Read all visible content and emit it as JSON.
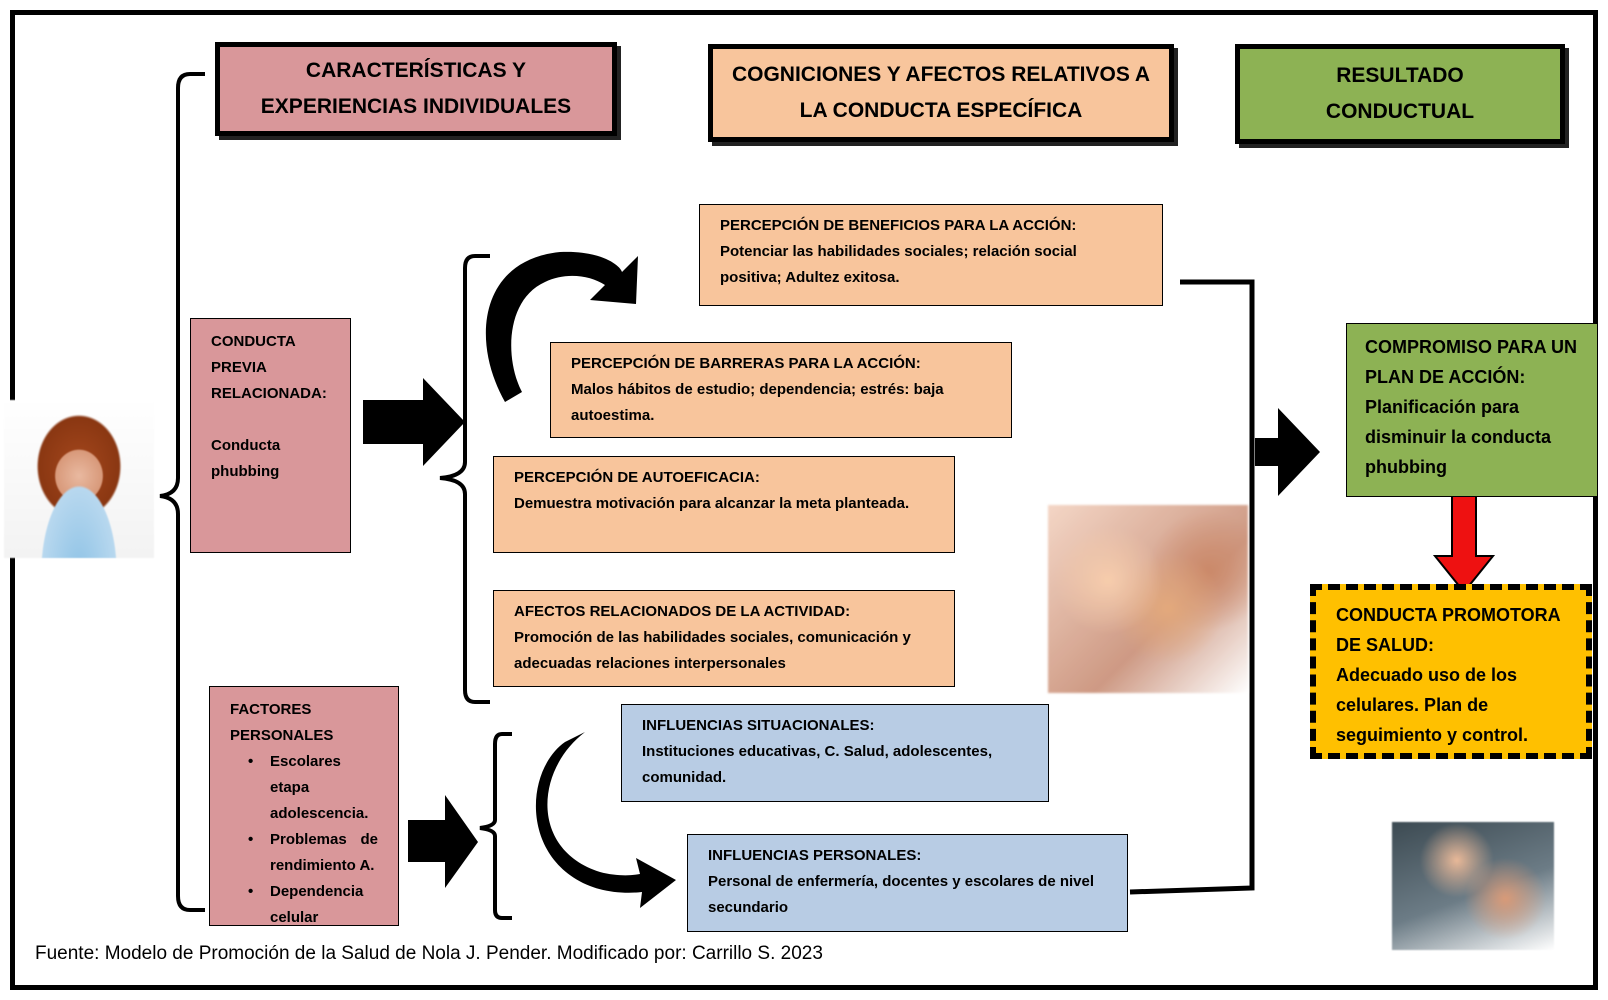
{
  "headers": {
    "caracteristicas": "CARACTERÍSTICAS Y EXPERIENCIAS INDIVIDUALES",
    "cogniciones": "COGNICIONES Y AFECTOS RELATIVOS A LA CONDUCTA ESPECÍFICA",
    "resultado": "RESULTADO CONDUCTUAL"
  },
  "conducta_previa": {
    "title": "CONDUCTA PREVIA RELACIONADA:",
    "value": "Conducta phubbing"
  },
  "factores_personales": {
    "title": "FACTORES PERSONALES",
    "items": [
      "Escolares etapa adolescencia.",
      "Problemas de rendimiento A.",
      "Dependencia celular"
    ]
  },
  "cogniciones": [
    {
      "title": "PERCEPCIÓN DE BENEFICIOS PARA LA ACCIÓN:",
      "text": "Potenciar las habilidades sociales; relación social positiva; Adultez exitosa."
    },
    {
      "title": "PERCEPCIÓN DE BARRERAS PARA LA ACCIÓN:",
      "text": "Malos hábitos de estudio; dependencia; estrés: baja autoestima."
    },
    {
      "title": "PERCEPCIÓN DE AUTOEFICACIA:",
      "text": "Demuestra motivación para alcanzar la meta planteada."
    },
    {
      "title": "AFECTOS RELACIONADOS DE LA ACTIVIDAD:",
      "text": "Promoción de las habilidades sociales, comunicación y adecuadas relaciones interpersonales"
    }
  ],
  "influencias": [
    {
      "title": "INFLUENCIAS SITUACIONALES:",
      "text": "Instituciones educativas, C. Salud, adolescentes, comunidad."
    },
    {
      "title": "INFLUENCIAS PERSONALES:",
      "text": "Personal de enfermería, docentes y escolares de nivel secundario"
    }
  ],
  "compromiso": {
    "title": "COMPROMISO PARA UN PLAN DE ACCIÓN:",
    "text": "Planificación para disminuir la conducta phubbing"
  },
  "promotora": {
    "title": "CONDUCTA PROMOTORA DE SALUD:",
    "text": "Adecuado uso de los celulares. Plan de seguimiento y control."
  },
  "source": "Fuente: Modelo de Promoción de la Salud de Nola J. Pender. Modificado por: Carrillo S. 2023",
  "colors": {
    "pink": "#d9979a",
    "peach": "#f8c59c",
    "green": "#8db254",
    "blue": "#b8cce4",
    "yellow": "#ffc000",
    "red_arrow": "#ee1111"
  }
}
